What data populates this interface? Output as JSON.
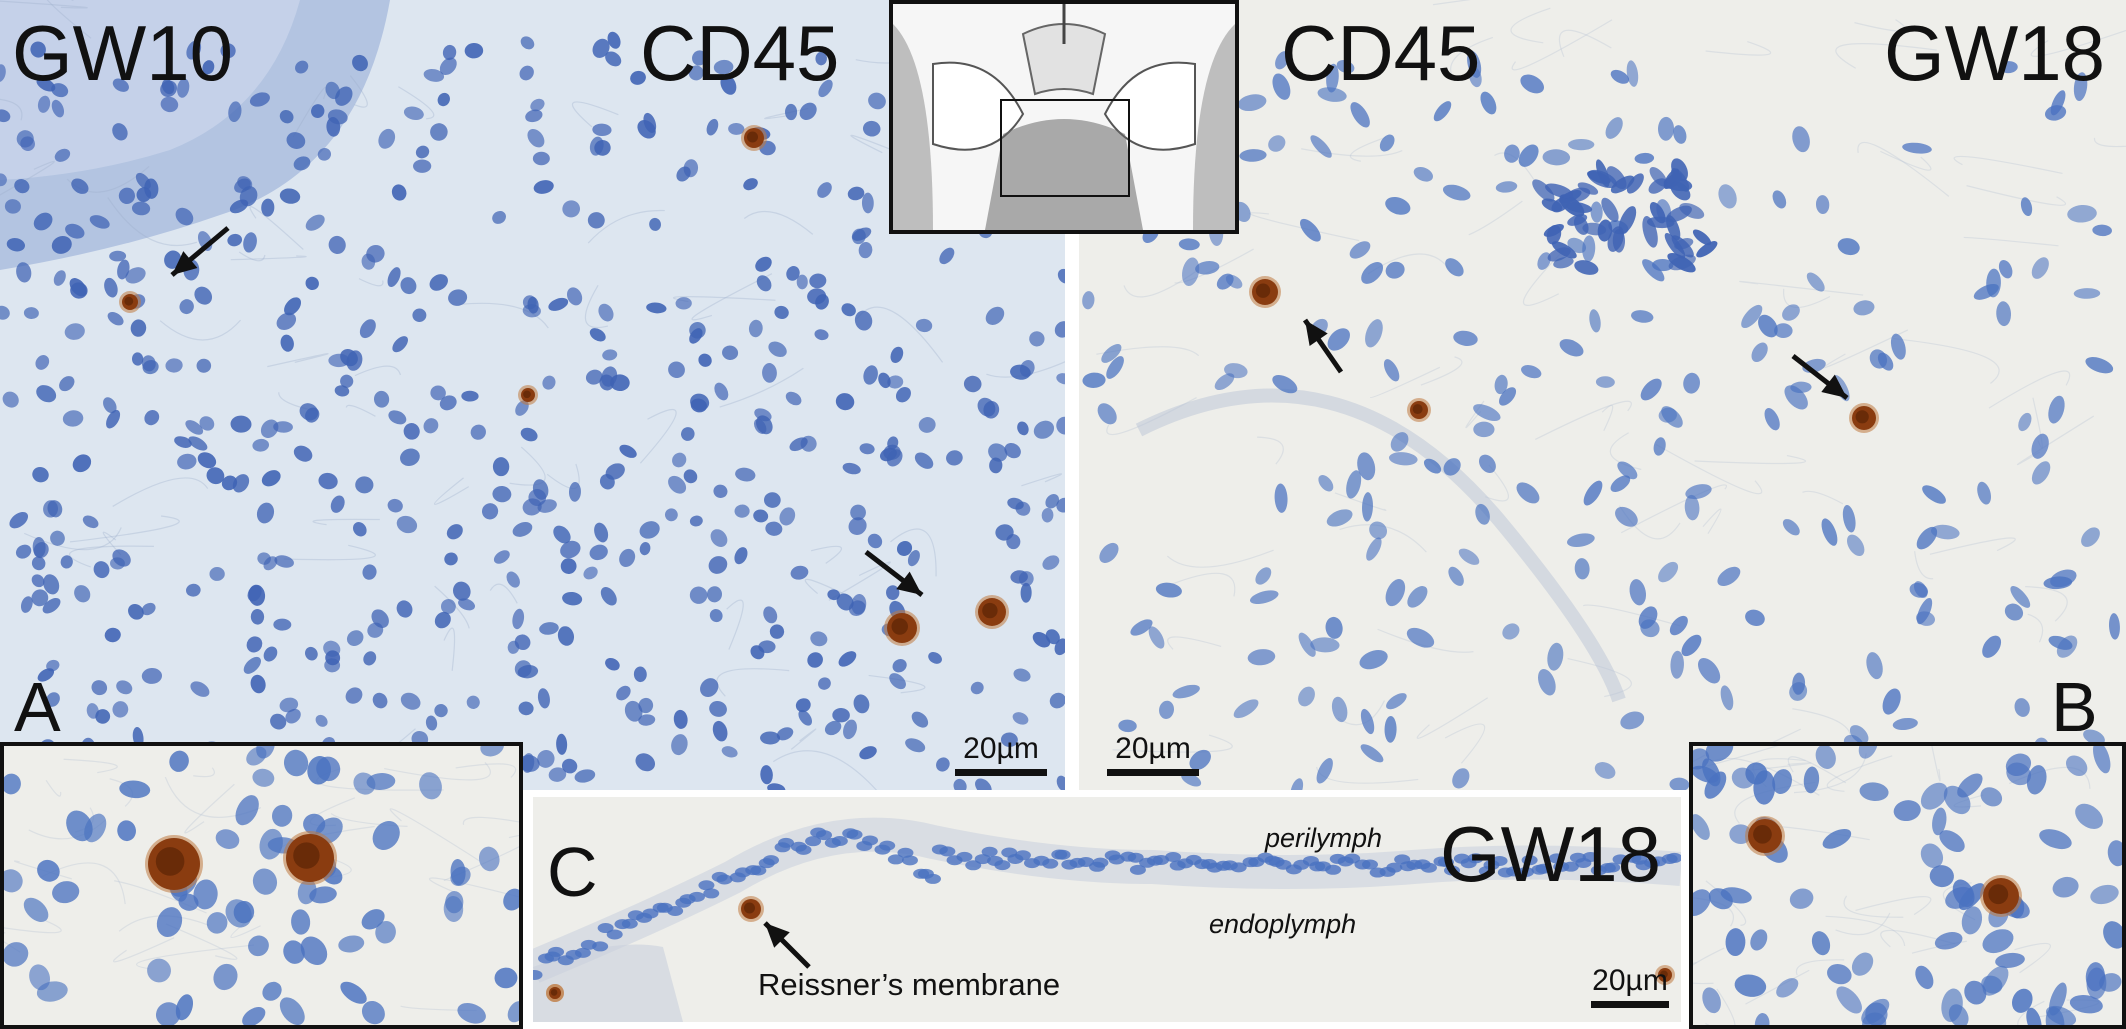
{
  "panel_a": {
    "age": "GW10",
    "stain": "CD45",
    "letter": "A",
    "scale_bar": "20µm",
    "inset_note": "brown CD45+ cells, magnified"
  },
  "panel_b": {
    "age": "GW18",
    "stain": "CD45",
    "letter": "B",
    "scale_bar": "20µm"
  },
  "panel_c": {
    "age": "GW18",
    "letter": "C",
    "label_perilymph": "perilymph",
    "label_endolymph": "endoplymph",
    "label_membrane": "Reissner’s membrane",
    "scale_bar": "20µm"
  },
  "overview": {
    "icon": "cochlea-section-thumbnail"
  },
  "colors": {
    "background_a": "#dde6f0",
    "background_b": "#eeeeea",
    "nucleus": "#3f63b4",
    "cd45_cell": "#8a3c10",
    "arrow": "#111111"
  }
}
